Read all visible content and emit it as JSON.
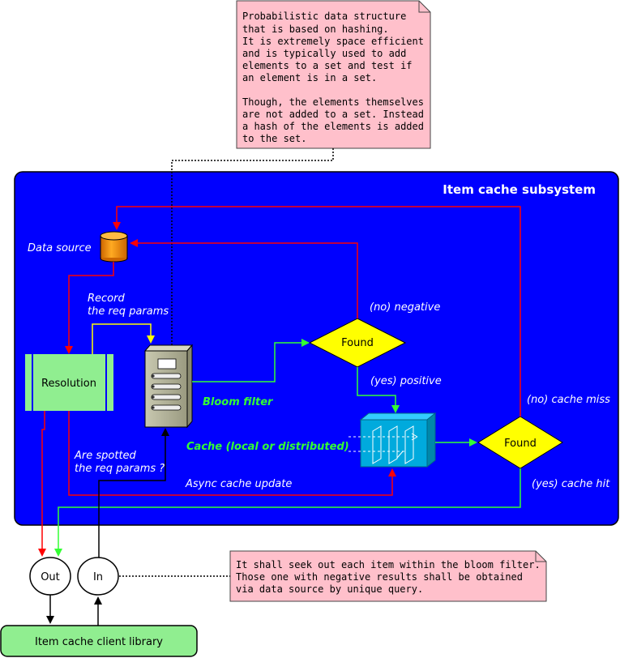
{
  "note_top": {
    "lines": [
      "Probabilistic data structure",
      "that is based on hashing.",
      "It is extremely space efficient",
      "and is typically used to add",
      "elements to a set and test if",
      "an element is in a set.",
      "",
      "Though, the elements themselves",
      "are not added to a set. Instead",
      "a hash of the elements is added",
      "to the set."
    ]
  },
  "note_bottom": {
    "lines": [
      "It shall seek out each item within the bloom filter.",
      "Those one with negative results shall be obtained",
      "via data source by unique query."
    ]
  },
  "subsystem": {
    "title": "Item cache subsystem"
  },
  "nodes": {
    "data_source": "Data source",
    "resolution": "Resolution",
    "bloom_filter": "Bloom filter",
    "cache": "Cache (local or distributed)",
    "found1": "Found",
    "found2": "Found",
    "out": "Out",
    "in": "In",
    "client_library": "Item cache client library"
  },
  "labels": {
    "record_1": "Record",
    "record_2": "the req params",
    "negative": "(no) negative",
    "positive": "(yes) positive",
    "cache_miss": "(no) cache miss",
    "cache_hit": "(yes) cache hit",
    "spotted_1": "Are spotted",
    "spotted_2": "the req params ?",
    "async_update": "Async cache update"
  },
  "colors": {
    "subsystem_bg": "#0000ff",
    "note_bg": "#ffc0cb",
    "resolution_bg": "#90ee90",
    "diamond": "#ffff00",
    "red_arrow": "#ff0000",
    "green_arrow": "#33ff33",
    "yellow_arrow": "#ffff00",
    "cache_bg": "#00aadd",
    "cylinder": "#ff9900"
  }
}
